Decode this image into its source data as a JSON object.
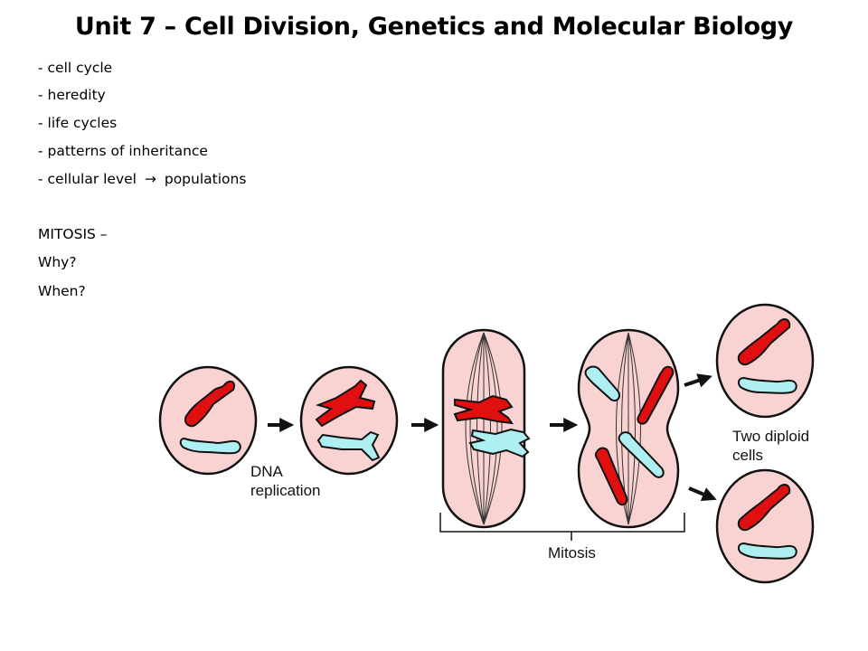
{
  "title": "Unit 7 – Cell Division, Genetics and Molecular Biology",
  "topics": [
    "- cell cycle",
    "- heredity",
    "- life cycles",
    "- patterns of inheritance"
  ],
  "last_topic": {
    "before": "- cellular level",
    "arrow": "→",
    "after": "populations"
  },
  "mitosis_heading": "MITOSIS –",
  "questions": [
    "Why?",
    "When?"
  ],
  "diagram": {
    "label_dna_1": "DNA",
    "label_dna_2": "replication",
    "label_mitosis": "Mitosis",
    "label_result_1": "Two diploid",
    "label_result_2": "cells",
    "colors": {
      "cell_fill": "#f9d2d2",
      "cell_stroke": "#111111",
      "chromosome_red": "#e11010",
      "chromosome_blue": "#aef0f2",
      "arrow": "#111111"
    }
  }
}
